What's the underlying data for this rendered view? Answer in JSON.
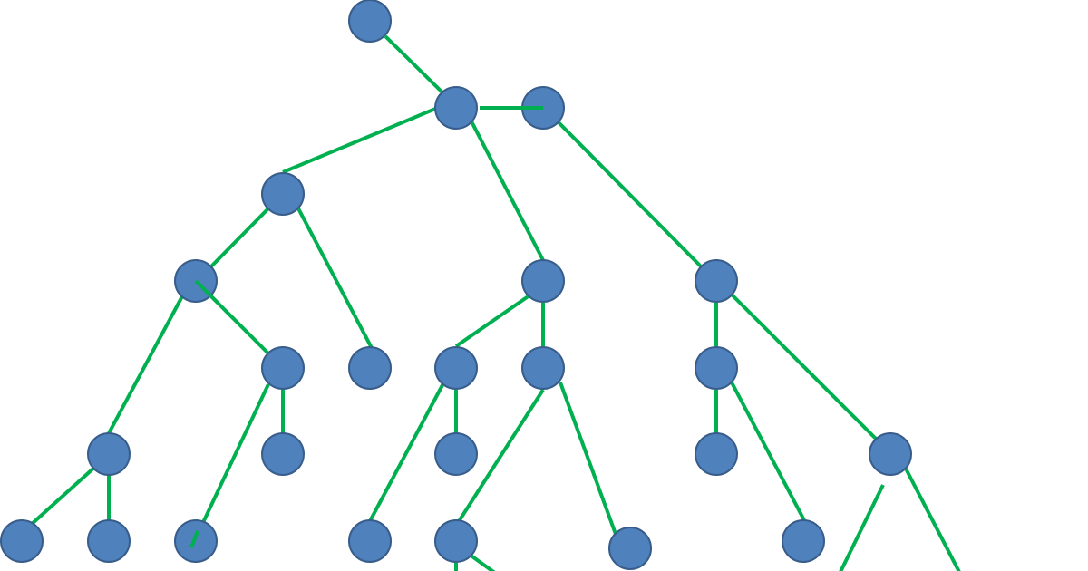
{
  "diagram": {
    "type": "tree",
    "colors": {
      "edge": "#00B050",
      "node_fill": "#4F81BD",
      "node_stroke": "#385D8A",
      "background": "#FFFFFF"
    },
    "node_count": 27,
    "edge_count": 29
  }
}
